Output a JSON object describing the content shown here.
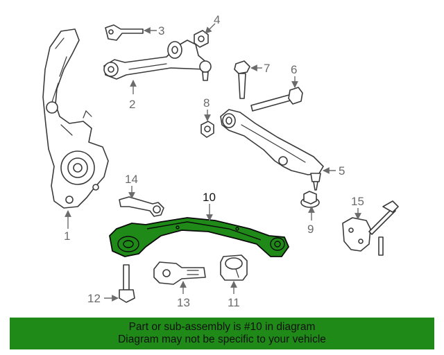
{
  "callouts": {
    "c1": "1",
    "c2": "2",
    "c3": "3",
    "c4": "4",
    "c5": "5",
    "c6": "6",
    "c7": "7",
    "c8": "8",
    "c9": "9",
    "c10": "10",
    "c11": "11",
    "c12": "12",
    "c13": "13",
    "c14": "14",
    "c15": "15"
  },
  "highlighted_part": "10",
  "colors": {
    "highlight": "#1f8a18",
    "callout": "#6b6b6b",
    "linework": "#3a3a3a"
  },
  "notice": {
    "line1": "Part or sub-assembly is #10 in diagram",
    "line2": "Diagram may not be specific to your vehicle"
  }
}
